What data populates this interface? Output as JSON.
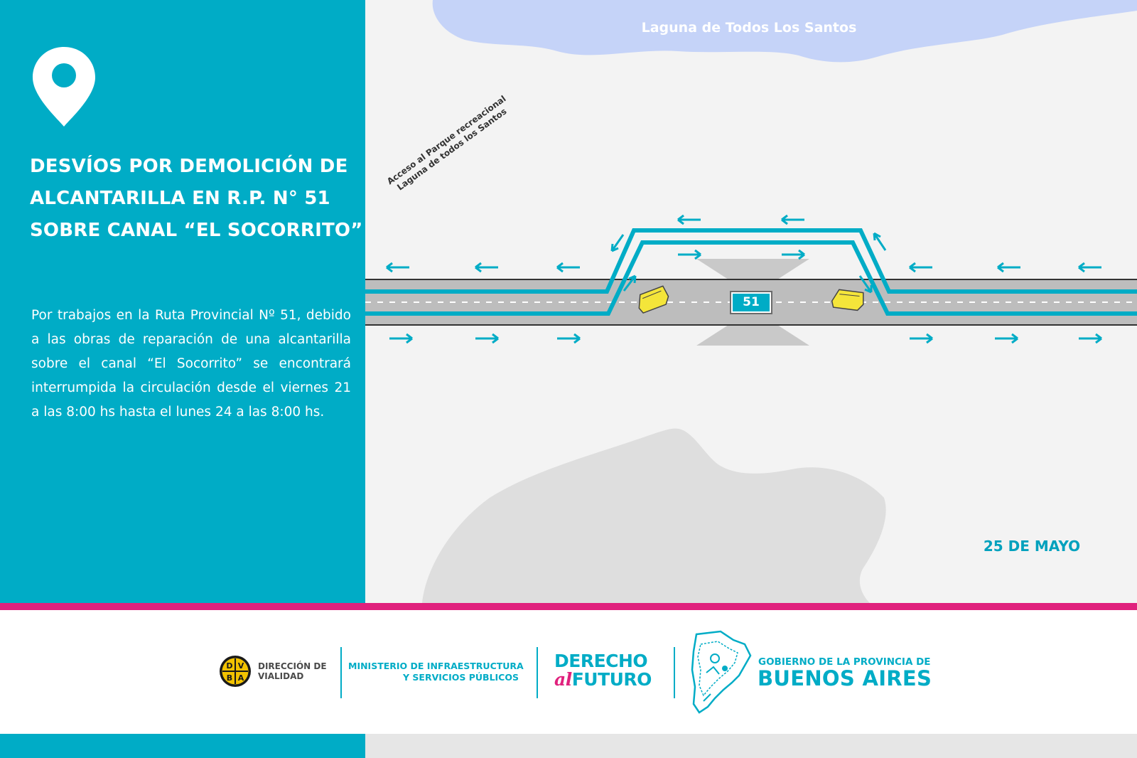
{
  "header": {
    "title_lines": [
      "DESVÍOS POR DEMOLICIÓN DE",
      "ALCANTARILLA EN R.P. N° 51",
      "SOBRE CANAL “EL SOCORRITO”"
    ]
  },
  "description": "Por trabajos en la Ruta Provincial Nº 51, debido a las obras de reparación de una alcantarilla sobre el canal “El Socorrito”  se encontrará interrumpida la circulación desde el viernes 21 a las 8:00 hs hasta el lunes 24 a las 8:00 hs.",
  "map": {
    "lake_label": "Laguna de Todos Los Santos",
    "access_label_lines": [
      "Acceso al Parque recreacional",
      "Laguna de todos los Santos"
    ],
    "route_badge": "51",
    "city_label": "25 DE MAYO"
  },
  "footer": {
    "dvba_letters": [
      "D",
      "V",
      "B",
      "A"
    ],
    "dvba_lines": [
      "DIRECCIÓN DE",
      "VIALIDAD"
    ],
    "ministry_lines": [
      "MINISTERIO DE INFRAESTRUCTURA",
      "Y SERVICIOS PÚBLICOS"
    ],
    "derecho_line1": "DERECHO",
    "derecho_al": "al",
    "derecho_futuro": "FUTURO",
    "gobierno_line1": "GOBIERNO DE LA PROVINCIA DE",
    "gobierno_line2": "BUENOS AIRES"
  },
  "colors": {
    "teal": "#00acc6",
    "magenta": "#e0217d",
    "lake": "#c5d3f8",
    "barrier": "#f4e53a",
    "road": "#bdbdbd"
  },
  "icons": [
    "location-pin-icon",
    "arrow-left-icon",
    "arrow-right-icon",
    "road-barrier-icon",
    "province-map-icon"
  ]
}
